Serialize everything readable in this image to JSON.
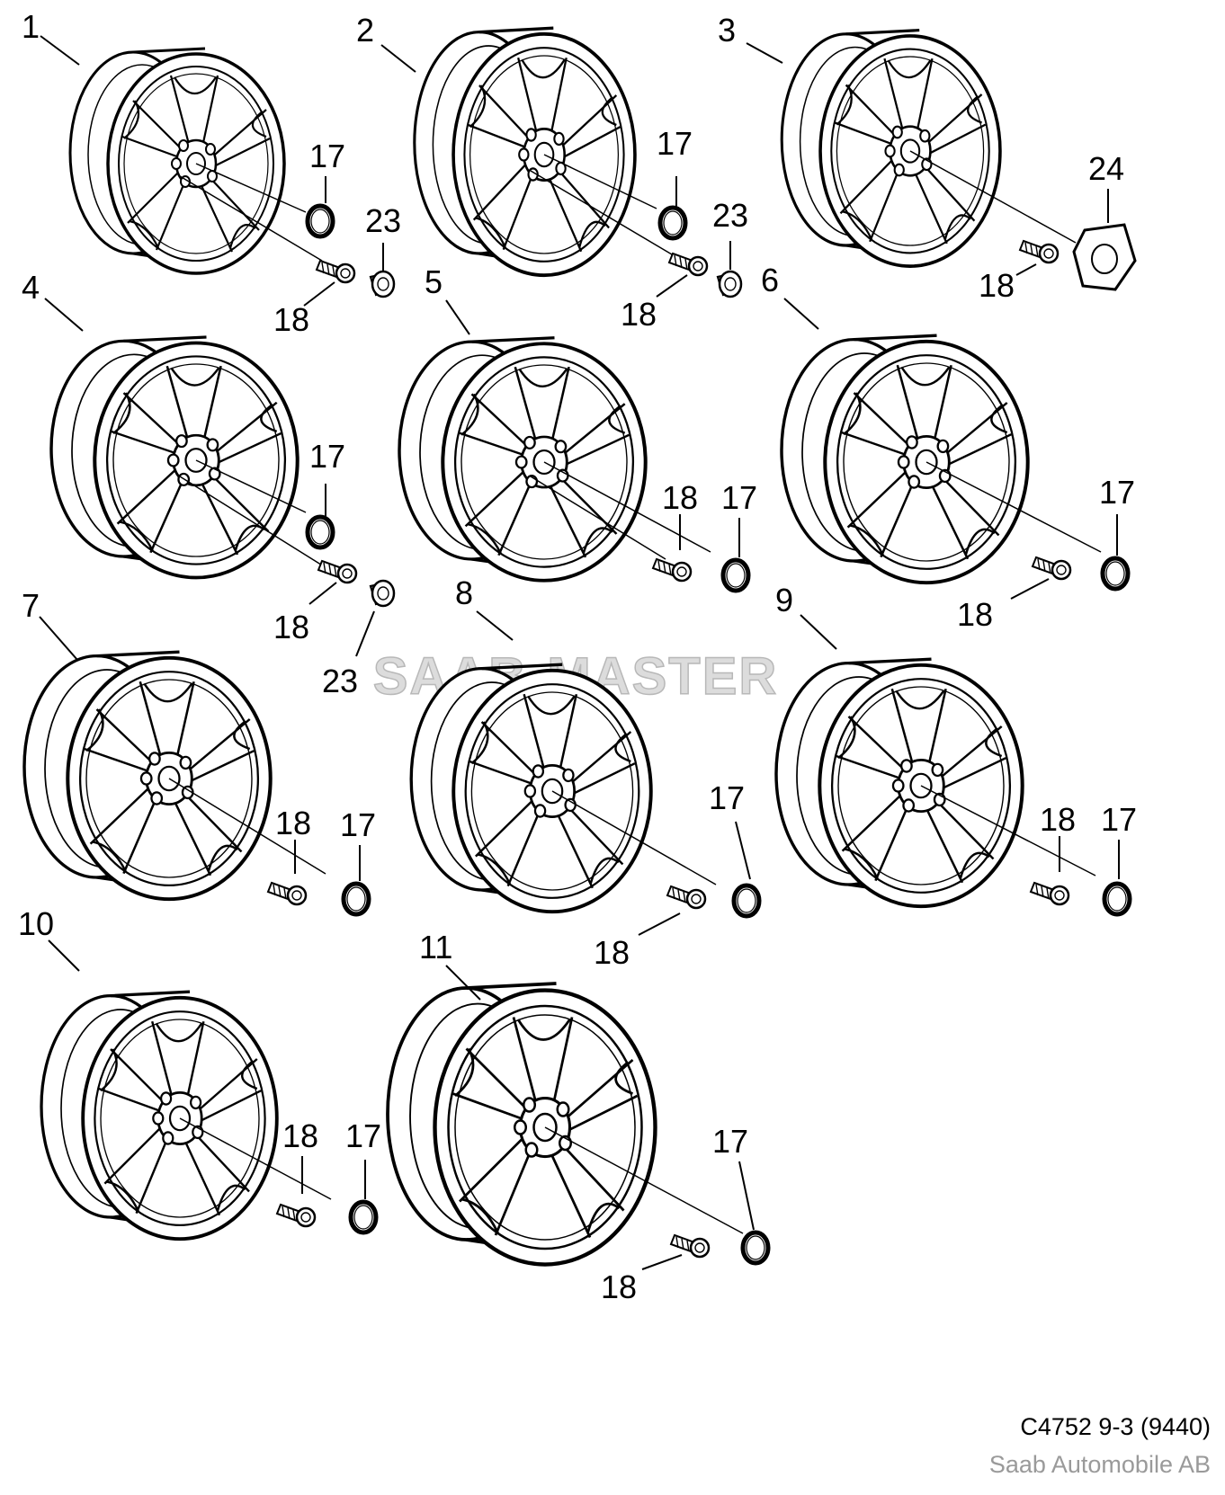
{
  "watermark": "SAAB-MASTER",
  "footer": {
    "diagram_code": "C4752 9-3 (9440)",
    "copyright": "Saab Automobile AB"
  },
  "wheels": [
    {
      "number": "1",
      "name": "wheel-1",
      "parts": [
        "17",
        "18",
        "23"
      ]
    },
    {
      "number": "2",
      "name": "wheel-2",
      "parts": [
        "17",
        "18",
        "23"
      ]
    },
    {
      "number": "3",
      "name": "wheel-3",
      "parts": [
        "24",
        "18"
      ]
    },
    {
      "number": "4",
      "name": "wheel-4",
      "parts": [
        "17",
        "18",
        "23"
      ]
    },
    {
      "number": "5",
      "name": "wheel-5",
      "parts": [
        "18",
        "17"
      ]
    },
    {
      "number": "6",
      "name": "wheel-6",
      "parts": [
        "17",
        "18"
      ]
    },
    {
      "number": "7",
      "name": "wheel-7",
      "parts": [
        "18",
        "17"
      ]
    },
    {
      "number": "8",
      "name": "wheel-8",
      "parts": [
        "17",
        "18"
      ]
    },
    {
      "number": "9",
      "name": "wheel-9",
      "parts": [
        "18",
        "17"
      ]
    },
    {
      "number": "10",
      "name": "wheel-10",
      "parts": [
        "18",
        "17"
      ]
    },
    {
      "number": "11",
      "name": "wheel-11",
      "parts": [
        "17",
        "18"
      ]
    }
  ],
  "part_labels": {
    "center_ring": "17",
    "wheel_bolt": "18",
    "valve_cap": "23",
    "hub_cap": "24"
  }
}
